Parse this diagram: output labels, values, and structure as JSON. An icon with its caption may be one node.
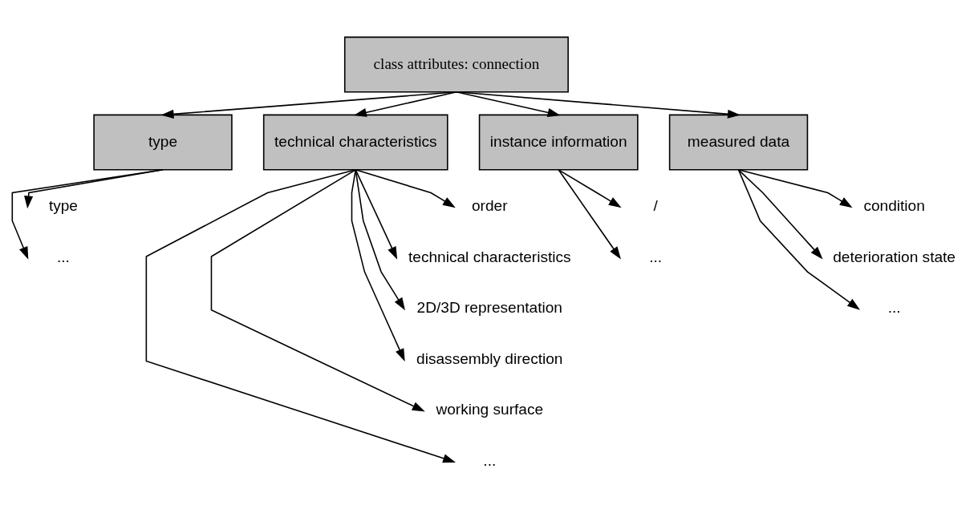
{
  "diagram": {
    "nodes": [
      {
        "text": [
          "class attributes: connection"
        ]
      },
      {
        "text": [
          "type"
        ]
      },
      {
        "text": [
          "technical characteristics"
        ]
      },
      {
        "text": [
          "instance information"
        ]
      },
      {
        "text": [
          "measured data"
        ]
      },
      {
        "text": [
          "type"
        ]
      },
      {
        "text": [
          "..."
        ]
      },
      {
        "text": [
          "order"
        ]
      },
      {
        "text": [
          "technical characteristics"
        ]
      },
      {
        "text": [
          "2D/3D representation"
        ]
      },
      {
        "text": [
          "disassembly direction"
        ]
      },
      {
        "text": [
          "working surface"
        ]
      },
      {
        "text": [
          "..."
        ]
      },
      {
        "text": [
          "/"
        ]
      },
      {
        "text": [
          "..."
        ]
      },
      {
        "text": [
          "condition"
        ]
      },
      {
        "text": [
          "deterioration state"
        ]
      },
      {
        "text": [
          "..."
        ]
      }
    ],
    "edges": [
      {
        "from": 0,
        "to": 1,
        "arrow": "to"
      },
      {
        "from": 0,
        "to": 2,
        "arrow": "to"
      },
      {
        "from": 0,
        "to": 3,
        "arrow": "to"
      },
      {
        "from": 0,
        "to": 4,
        "arrow": "to"
      },
      {
        "from": 1,
        "to": 5,
        "arrow": "to"
      },
      {
        "from": 1,
        "to": 6,
        "arrow": "to"
      },
      {
        "from": 2,
        "to": 7,
        "arrow": "to"
      },
      {
        "from": 2,
        "to": 8,
        "arrow": "to"
      },
      {
        "from": 2,
        "to": 9,
        "arrow": "to"
      },
      {
        "from": 2,
        "to": 10,
        "arrow": "to"
      },
      {
        "from": 2,
        "to": 11,
        "arrow": "to"
      },
      {
        "from": 2,
        "to": 12,
        "arrow": "to"
      },
      {
        "from": 3,
        "to": 13,
        "arrow": "to"
      },
      {
        "from": 3,
        "to": 14,
        "arrow": "to"
      },
      {
        "from": 4,
        "to": 15,
        "arrow": "to"
      },
      {
        "from": 4,
        "to": 16,
        "arrow": "to"
      },
      {
        "from": 4,
        "to": 17,
        "arrow": "to"
      }
    ]
  }
}
